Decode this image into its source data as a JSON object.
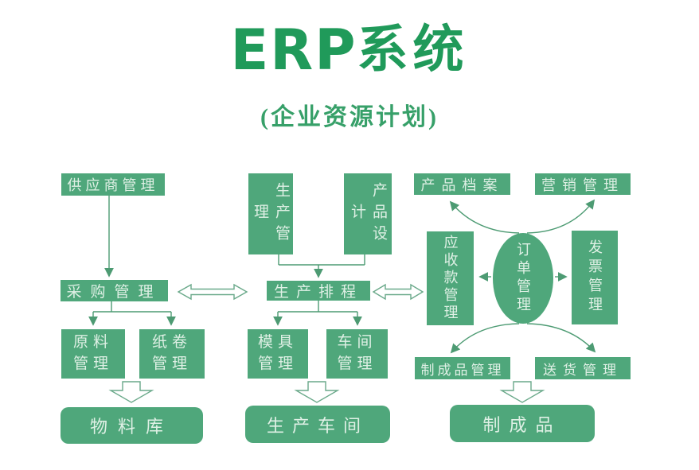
{
  "title": {
    "main": "ERP",
    "suffix": "系统",
    "subtitle": "(企业资源计划)"
  },
  "colors": {
    "box_green": "#4FA77B",
    "title_green": "#209a5a",
    "subtitle_green": "#37a069",
    "arrow_green": "#4D9B73",
    "box_text": "#DFF0E5",
    "background": "#FFFFFF"
  },
  "nodes": {
    "supplier": {
      "label": "供应商管理"
    },
    "purchasing": {
      "label": "采购管理"
    },
    "raw_material": {
      "line1": "原料",
      "line2": "管理"
    },
    "paper_roll": {
      "line1": "纸卷",
      "line2": "管理"
    },
    "material_store": {
      "label": "物料库"
    },
    "production_mgmt": {
      "label": "生产管理"
    },
    "product_design": {
      "label": "产品设计"
    },
    "scheduling": {
      "label": "生产排程"
    },
    "mold": {
      "line1": "模具",
      "line2": "管理"
    },
    "workshop_mgmt": {
      "line1": "车间",
      "line2": "管理"
    },
    "production_workshop": {
      "label": "生产车间"
    },
    "product_archive": {
      "label": "产品档案"
    },
    "marketing": {
      "label": "营销管理"
    },
    "receivables": {
      "label": "应收款管理"
    },
    "order": {
      "label": "订单管理"
    },
    "invoice": {
      "label": "发票管理"
    },
    "finished_goods_mgmt": {
      "label": "制成品管理"
    },
    "delivery": {
      "label": "送货管理"
    },
    "finished_goods": {
      "label": "制成品"
    }
  }
}
